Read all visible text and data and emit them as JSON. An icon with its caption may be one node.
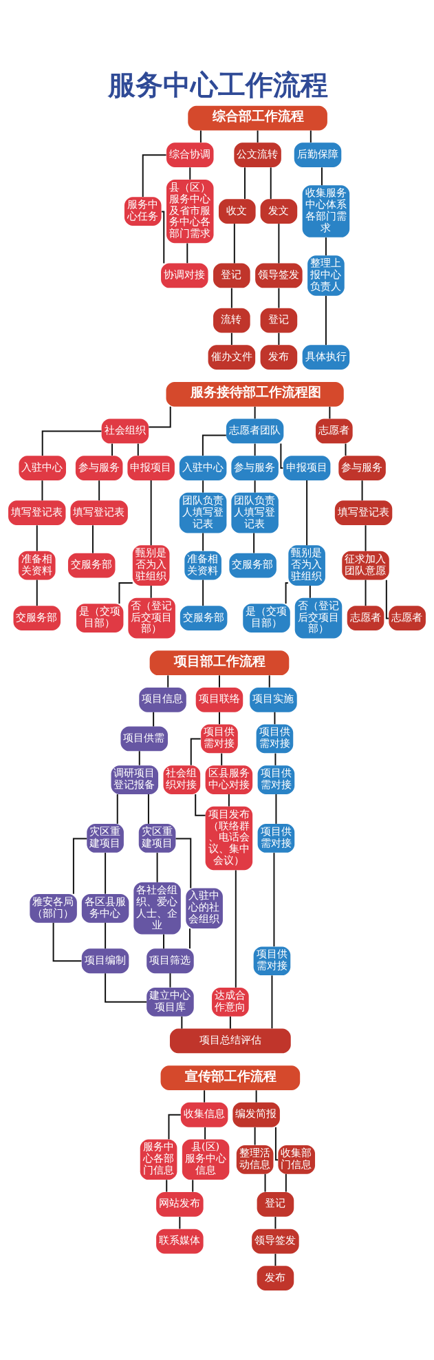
{
  "diagram": {
    "title": "服务中心工作流程",
    "nodes": [
      {
        "text": [
          "综合部工作流程"
        ]
      },
      {
        "text": [
          "综合协调"
        ]
      },
      {
        "text": [
          "公文流转"
        ]
      },
      {
        "text": [
          "后勤保障"
        ]
      },
      {
        "text": [
          "服务中心任务"
        ]
      },
      {
        "text": [
          "县（区）服务中心及省市服务中心各部门需求"
        ]
      },
      {
        "text": [
          "协调对接"
        ]
      },
      {
        "text": [
          "收文"
        ]
      },
      {
        "text": [
          "发文"
        ]
      },
      {
        "text": [
          "登记"
        ]
      },
      {
        "text": [
          "流转"
        ]
      },
      {
        "text": [
          "催办文件"
        ]
      },
      {
        "text": [
          "领导签发"
        ]
      },
      {
        "text": [
          "登记"
        ]
      },
      {
        "text": [
          "发布"
        ]
      },
      {
        "text": [
          "收集服务中心体系各部门需求"
        ]
      },
      {
        "text": [
          "整理上报中心负责人"
        ]
      },
      {
        "text": [
          "具体执行"
        ]
      },
      {
        "text": [
          "服务接待部工作流程图"
        ]
      },
      {
        "text": [
          "社会组织"
        ]
      },
      {
        "text": [
          "志愿者团队"
        ]
      },
      {
        "text": [
          "志愿者"
        ]
      },
      {
        "text": [
          "入驻中心"
        ]
      },
      {
        "text": [
          "参与服务"
        ]
      },
      {
        "text": [
          "申报项目"
        ]
      },
      {
        "text": [
          "填写登记表"
        ]
      },
      {
        "text": [
          "准备相关资料"
        ]
      },
      {
        "text": [
          "交服务部"
        ]
      },
      {
        "text": [
          "填写登记表"
        ]
      },
      {
        "text": [
          "交服务部"
        ]
      },
      {
        "text": [
          "甄别是否为入驻组织"
        ]
      },
      {
        "text": [
          "是（交项目部）"
        ]
      },
      {
        "text": [
          "否（登记后交项目部）"
        ]
      },
      {
        "text": [
          "入驻中心"
        ]
      },
      {
        "text": [
          "参与服务"
        ]
      },
      {
        "text": [
          "申报项目"
        ]
      },
      {
        "text": [
          "团队负责人填写登记表"
        ]
      },
      {
        "text": [
          "准备相关资料"
        ]
      },
      {
        "text": [
          "交服务部"
        ]
      },
      {
        "text": [
          "团队负责人填写登记表"
        ]
      },
      {
        "text": [
          "交服务部"
        ]
      },
      {
        "text": [
          "甄别是否为入驻组织"
        ]
      },
      {
        "text": [
          "是（交项目部）"
        ]
      },
      {
        "text": [
          "否（登记后交项目部）"
        ]
      },
      {
        "text": [
          "参与服务"
        ]
      },
      {
        "text": [
          "填写登记表"
        ]
      },
      {
        "text": [
          "征求加入团队意愿"
        ]
      },
      {
        "text": [
          "志愿者"
        ]
      },
      {
        "text": [
          "志愿者"
        ]
      },
      {
        "text": [
          "项目部工作流程"
        ]
      },
      {
        "text": [
          "项目信息"
        ]
      },
      {
        "text": [
          "项目联络"
        ]
      },
      {
        "text": [
          "项目实施"
        ]
      },
      {
        "text": [
          "项目供需"
        ]
      },
      {
        "text": [
          "调研项目登记报备"
        ]
      },
      {
        "text": [
          "灾区重建项目"
        ]
      },
      {
        "text": [
          "灾区重建项目"
        ]
      },
      {
        "text": [
          "雅安各局（部门）"
        ]
      },
      {
        "text": [
          "各区县服务中心"
        ]
      },
      {
        "text": [
          "各社会组织、爱心人士、企业"
        ]
      },
      {
        "text": [
          "入驻中心的社会组织"
        ]
      },
      {
        "text": [
          "项目编制"
        ]
      },
      {
        "text": [
          "项目筛选"
        ]
      },
      {
        "text": [
          "建立中心项目库"
        ]
      },
      {
        "text": [
          "项目供需对接"
        ]
      },
      {
        "text": [
          "社会组织对接"
        ]
      },
      {
        "text": [
          "区县服务中心对接"
        ]
      },
      {
        "text": [
          "项目发布（联络群、电话会议、集中会议）"
        ]
      },
      {
        "text": [
          "达成合作意向"
        ]
      },
      {
        "text": [
          "项目供需对接"
        ]
      },
      {
        "text": [
          "项目供需对接"
        ]
      },
      {
        "text": [
          "项目供需对接"
        ]
      },
      {
        "text": [
          "项目供需对接"
        ]
      },
      {
        "text": [
          "项目总结评估"
        ]
      },
      {
        "text": [
          "宣传部工作流程"
        ]
      },
      {
        "text": [
          "收集信息"
        ]
      },
      {
        "text": [
          "编发简报"
        ]
      },
      {
        "text": [
          "服务中心各部门信息"
        ]
      },
      {
        "text": [
          "县(区)服务中心信息"
        ]
      },
      {
        "text": [
          "网站发布"
        ]
      },
      {
        "text": [
          "联系媒体"
        ]
      },
      {
        "text": [
          "整理活动信息"
        ]
      },
      {
        "text": [
          "收集部门信息"
        ]
      },
      {
        "text": [
          "登记"
        ]
      },
      {
        "text": [
          "领导签发"
        ]
      },
      {
        "text": [
          "发布"
        ]
      }
    ],
    "edges": [
      {
        "from": 0,
        "to": 1,
        "arrow": "none"
      },
      {
        "from": 0,
        "to": 2,
        "arrow": "none"
      },
      {
        "from": 0,
        "to": 3,
        "arrow": "none"
      },
      {
        "from": 1,
        "to": 4,
        "arrow": "none"
      },
      {
        "from": 1,
        "to": 5,
        "arrow": "none"
      },
      {
        "from": 4,
        "to": 6,
        "arrow": "none"
      },
      {
        "from": 5,
        "to": 6,
        "arrow": "none"
      },
      {
        "from": 2,
        "to": 7,
        "arrow": "none"
      },
      {
        "from": 2,
        "to": 8,
        "arrow": "none"
      },
      {
        "from": 7,
        "to": 9,
        "arrow": "none"
      },
      {
        "from": 9,
        "to": 10,
        "arrow": "none"
      },
      {
        "from": 10,
        "to": 11,
        "arrow": "none"
      },
      {
        "from": 8,
        "to": 12,
        "arrow": "none"
      },
      {
        "from": 12,
        "to": 13,
        "arrow": "none"
      },
      {
        "from": 13,
        "to": 14,
        "arrow": "none"
      },
      {
        "from": 3,
        "to": 15,
        "arrow": "none"
      },
      {
        "from": 15,
        "to": 16,
        "arrow": "none"
      },
      {
        "from": 16,
        "to": 17,
        "arrow": "none"
      },
      {
        "from": 18,
        "to": 19,
        "arrow": "none"
      },
      {
        "from": 18,
        "to": 20,
        "arrow": "none"
      },
      {
        "from": 18,
        "to": 21,
        "arrow": "none"
      },
      {
        "from": 19,
        "to": 22,
        "arrow": "none"
      },
      {
        "from": 19,
        "to": 23,
        "arrow": "none"
      },
      {
        "from": 19,
        "to": 24,
        "arrow": "none"
      },
      {
        "from": 22,
        "to": 25,
        "arrow": "none"
      },
      {
        "from": 25,
        "to": 26,
        "arrow": "none"
      },
      {
        "from": 26,
        "to": 27,
        "arrow": "none"
      },
      {
        "from": 23,
        "to": 28,
        "arrow": "none"
      },
      {
        "from": 28,
        "to": 29,
        "arrow": "none"
      },
      {
        "from": 24,
        "to": 30,
        "arrow": "none"
      },
      {
        "from": 30,
        "to": 31,
        "arrow": "none"
      },
      {
        "from": 30,
        "to": 32,
        "arrow": "none"
      },
      {
        "from": 20,
        "to": 33,
        "arrow": "none"
      },
      {
        "from": 20,
        "to": 34,
        "arrow": "none"
      },
      {
        "from": 20,
        "to": 35,
        "arrow": "none"
      },
      {
        "from": 33,
        "to": 36,
        "arrow": "none"
      },
      {
        "from": 36,
        "to": 37,
        "arrow": "none"
      },
      {
        "from": 37,
        "to": 38,
        "arrow": "none"
      },
      {
        "from": 34,
        "to": 39,
        "arrow": "none"
      },
      {
        "from": 39,
        "to": 40,
        "arrow": "none"
      },
      {
        "from": 35,
        "to": 41,
        "arrow": "none"
      },
      {
        "from": 41,
        "to": 42,
        "arrow": "none"
      },
      {
        "from": 41,
        "to": 43,
        "arrow": "none"
      },
      {
        "from": 21,
        "to": 44,
        "arrow": "none"
      },
      {
        "from": 44,
        "to": 45,
        "arrow": "none"
      },
      {
        "from": 45,
        "to": 46,
        "arrow": "none"
      },
      {
        "from": 46,
        "to": 47,
        "arrow": "none"
      },
      {
        "from": 46,
        "to": 48,
        "arrow": "none"
      },
      {
        "from": 49,
        "to": 50,
        "arrow": "none"
      },
      {
        "from": 49,
        "to": 51,
        "arrow": "none"
      },
      {
        "from": 49,
        "to": 52,
        "arrow": "none"
      },
      {
        "from": 50,
        "to": 53,
        "arrow": "none"
      },
      {
        "from": 53,
        "to": 54,
        "arrow": "none"
      },
      {
        "from": 54,
        "to": 55,
        "arrow": "none"
      },
      {
        "from": 54,
        "to": 56,
        "arrow": "none"
      },
      {
        "from": 55,
        "to": 57,
        "arrow": "none"
      },
      {
        "from": 55,
        "to": 58,
        "arrow": "none"
      },
      {
        "from": 56,
        "to": 59,
        "arrow": "none"
      },
      {
        "from": 56,
        "to": 60,
        "arrow": "none"
      },
      {
        "from": 57,
        "to": 61,
        "arrow": "none"
      },
      {
        "from": 58,
        "to": 61,
        "arrow": "none"
      },
      {
        "from": 59,
        "to": 62,
        "arrow": "none"
      },
      {
        "from": 60,
        "to": 62,
        "arrow": "none"
      },
      {
        "from": 61,
        "to": 63,
        "arrow": "none"
      },
      {
        "from": 62,
        "to": 63,
        "arrow": "none"
      },
      {
        "from": 63,
        "to": 73,
        "arrow": "none"
      },
      {
        "from": 51,
        "to": 64,
        "arrow": "none"
      },
      {
        "from": 64,
        "to": 65,
        "arrow": "none"
      },
      {
        "from": 64,
        "to": 66,
        "arrow": "none"
      },
      {
        "from": 65,
        "to": 67,
        "arrow": "none"
      },
      {
        "from": 66,
        "to": 67,
        "arrow": "none"
      },
      {
        "from": 67,
        "to": 68,
        "arrow": "none"
      },
      {
        "from": 68,
        "to": 73,
        "arrow": "none"
      },
      {
        "from": 52,
        "to": 69,
        "arrow": "none"
      },
      {
        "from": 69,
        "to": 70,
        "arrow": "none"
      },
      {
        "from": 70,
        "to": 71,
        "arrow": "none"
      },
      {
        "from": 71,
        "to": 72,
        "arrow": "none"
      },
      {
        "from": 72,
        "to": 73,
        "arrow": "none"
      },
      {
        "from": 74,
        "to": 75,
        "arrow": "none"
      },
      {
        "from": 74,
        "to": 76,
        "arrow": "none"
      },
      {
        "from": 75,
        "to": 77,
        "arrow": "none"
      },
      {
        "from": 75,
        "to": 78,
        "arrow": "none"
      },
      {
        "from": 77,
        "to": 79,
        "arrow": "none"
      },
      {
        "from": 78,
        "to": 79,
        "arrow": "none"
      },
      {
        "from": 79,
        "to": 80,
        "arrow": "none"
      },
      {
        "from": 76,
        "to": 81,
        "arrow": "none"
      },
      {
        "from": 76,
        "to": 82,
        "arrow": "none"
      },
      {
        "from": 81,
        "to": 83,
        "arrow": "none"
      },
      {
        "from": 82,
        "to": 83,
        "arrow": "none"
      },
      {
        "from": 83,
        "to": 84,
        "arrow": "none"
      },
      {
        "from": 84,
        "to": 85,
        "arrow": "none"
      }
    ]
  }
}
